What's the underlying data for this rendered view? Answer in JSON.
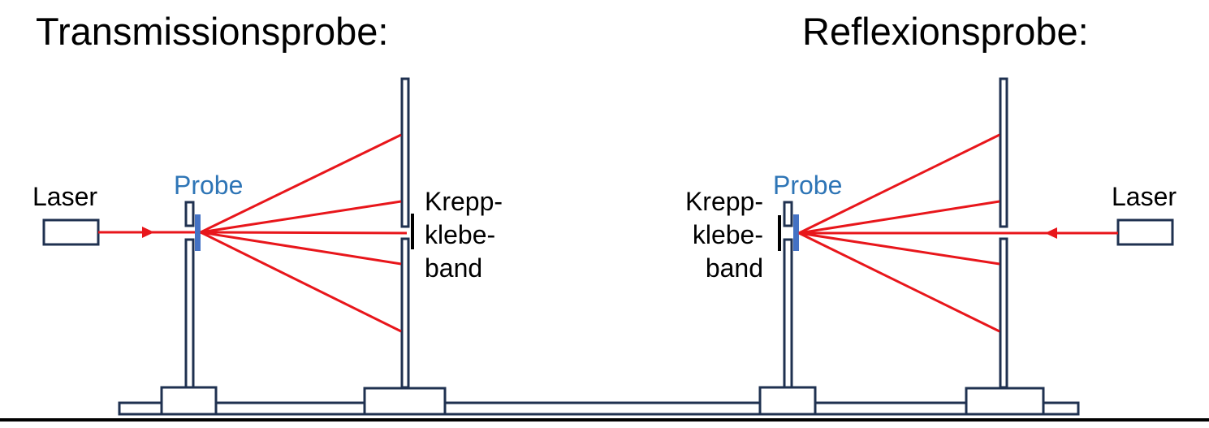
{
  "colors": {
    "frame": "#1f3150",
    "laser_beam": "#e8161b",
    "sample": "#4472c4",
    "sample_label": "#2e75b6",
    "tape": "#000000",
    "floor": "#000000"
  },
  "transmission": {
    "title": "Transmissionsprobe:",
    "laser_label": "Laser",
    "sample_label": "Probe",
    "tape_label_lines": [
      "Krepp-",
      "klebe-",
      "band"
    ],
    "scattered_ray_count": 5
  },
  "reflection": {
    "title": "Reflexionsprobe:",
    "laser_label": "Laser",
    "sample_label": "Probe",
    "tape_label_lines": [
      "Krepp-",
      "klebe-",
      "band"
    ],
    "scattered_ray_count": 5
  },
  "icons": {
    "laser_source": "rectangle-laser-icon",
    "beam_arrow": "arrow-head-icon",
    "sample": "sample-plate-icon",
    "tape": "tape-strip-icon",
    "stand": "lab-stand-icon",
    "screen": "screen-pole-icon"
  }
}
